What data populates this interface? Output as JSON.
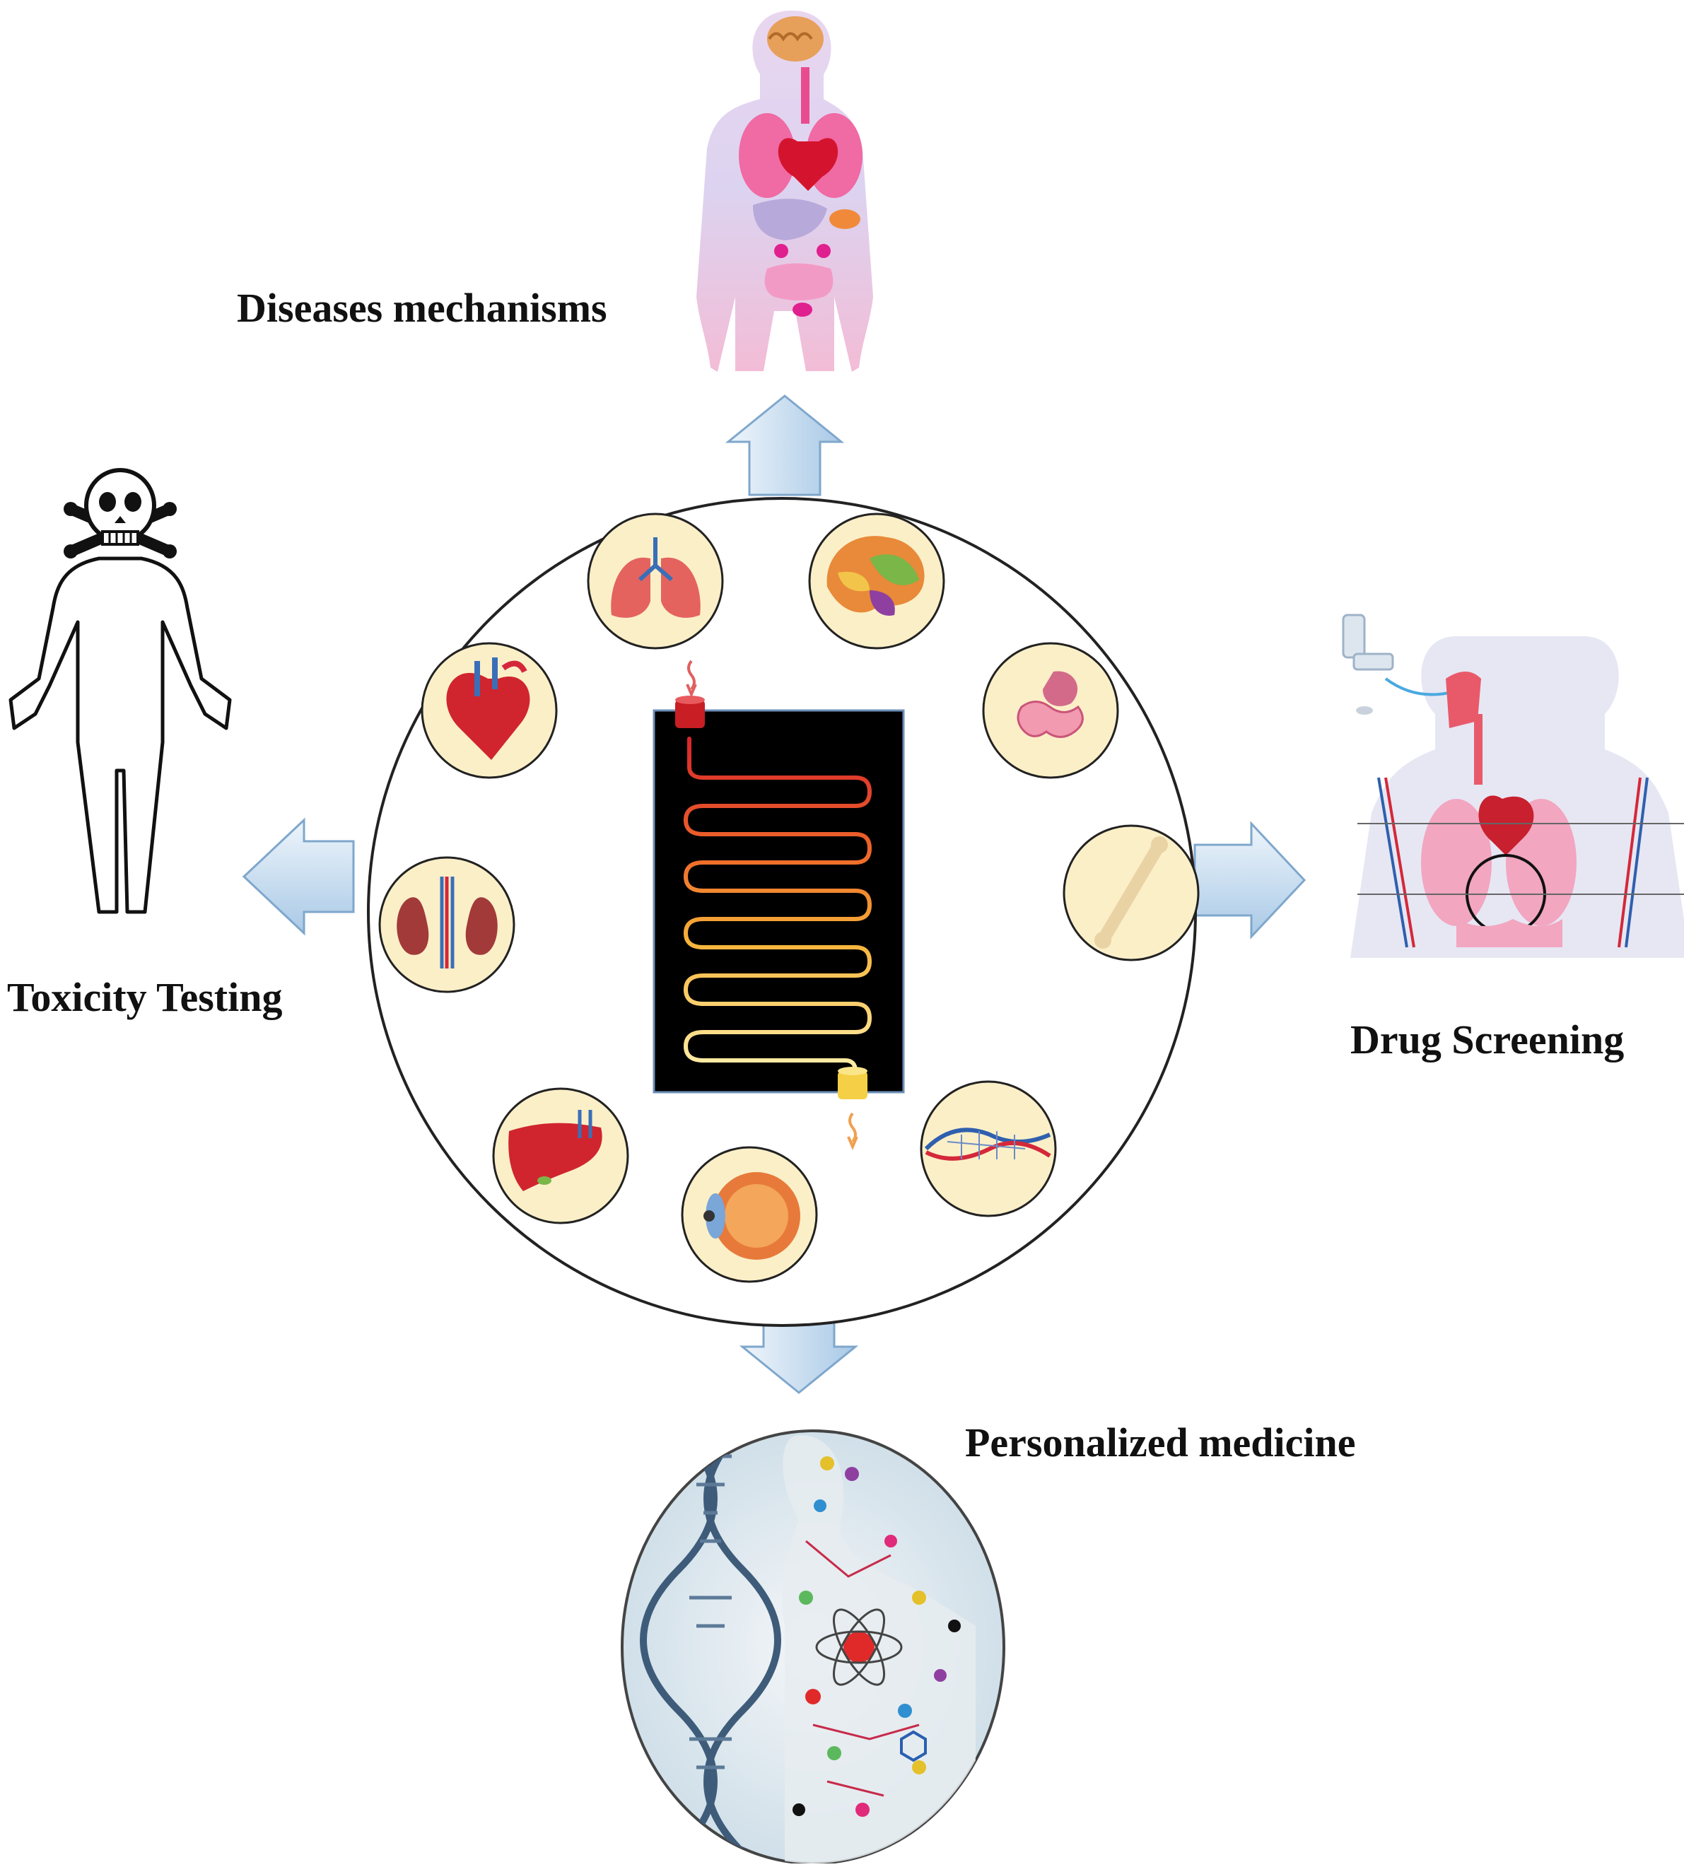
{
  "labels": {
    "top": "Diseases mechanisms",
    "left": "Toxicity Testing",
    "right": "Drug Screening",
    "bottom": "Personalized medicine"
  },
  "colors": {
    "arrow_fill_light": "#eef5fb",
    "arrow_fill_dark": "#a9c9e6",
    "arrow_stroke": "#7fa7cc",
    "organ_circle_fill": "#fbefc8",
    "chip_background": "#000000",
    "channel_start": "#d7262a",
    "channel_end": "#fff2b0"
  },
  "organs": [
    "lungs",
    "brain",
    "stomach-intestine",
    "bone",
    "blood-vessels",
    "eye",
    "liver",
    "kidneys",
    "heart"
  ]
}
